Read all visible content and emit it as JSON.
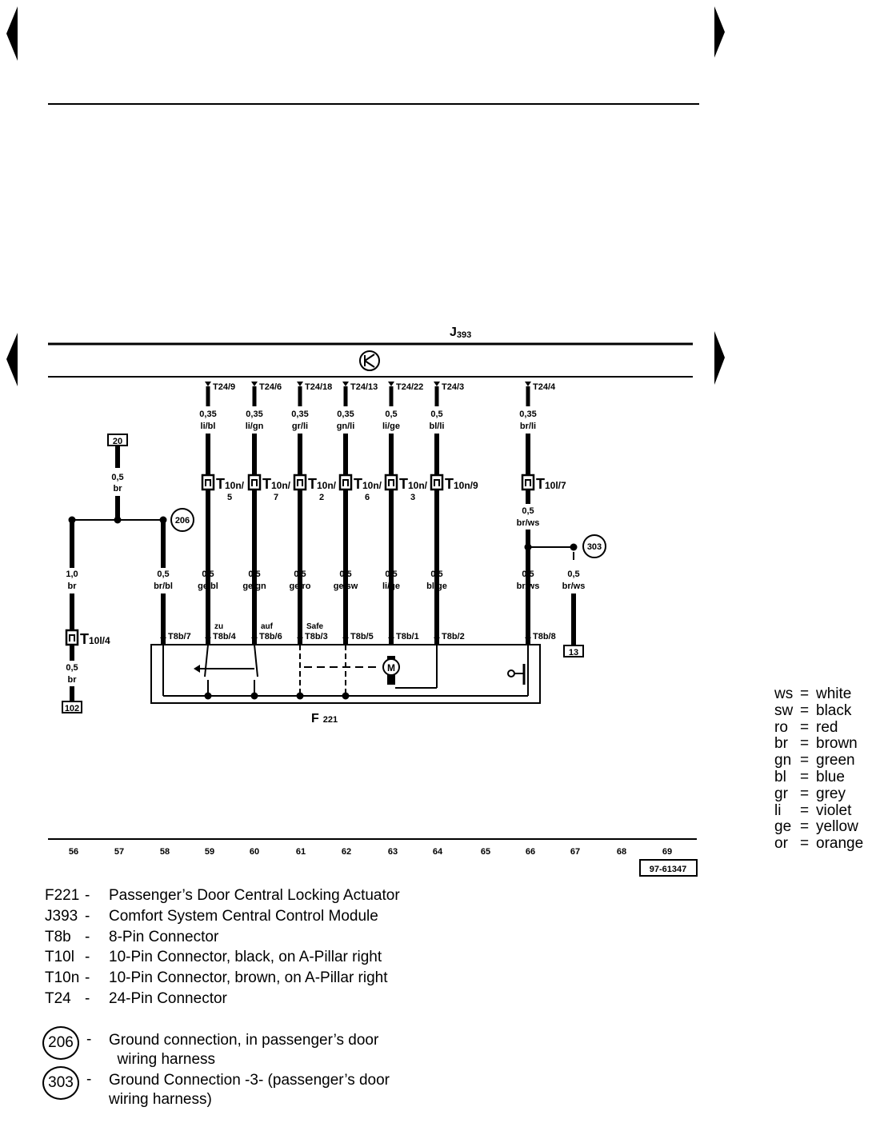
{
  "control_module": {
    "id": "J393",
    "letter": "J",
    "sub": "393"
  },
  "component": {
    "id": "F221",
    "letter": "F",
    "sub": "221"
  },
  "wires": [
    {
      "pin": "T24/9",
      "size": "0,35",
      "color": "li/bl",
      "conn_base": "T",
      "conn_sub": "10n/",
      "conn_pin": "5",
      "size2": "0,5",
      "color2": "ge/bl",
      "t8b": "T8b/4",
      "label": "zu"
    },
    {
      "pin": "T24/6",
      "size": "0,35",
      "color": "li/gn",
      "conn_base": "T",
      "conn_sub": "10n/",
      "conn_pin": "7",
      "size2": "0,5",
      "color2": "ge/gn",
      "t8b": "T8b/6",
      "label": "auf"
    },
    {
      "pin": "T24/18",
      "size": "0,35",
      "color": "gr/li",
      "conn_base": "T",
      "conn_sub": "10n/",
      "conn_pin": "2",
      "size2": "0,5",
      "color2": "ge/ro",
      "t8b": "T8b/3",
      "label": "Safe"
    },
    {
      "pin": "T24/13",
      "size": "0,35",
      "color": "gn/li",
      "conn_base": "T",
      "conn_sub": "10n/",
      "conn_pin": "6",
      "size2": "0,5",
      "color2": "ge/sw",
      "t8b": "T8b/5",
      "label": ""
    },
    {
      "pin": "T24/22",
      "size": "0,5",
      "color": "li/ge",
      "conn_base": "T",
      "conn_sub": "10n/",
      "conn_pin": "3",
      "size2": "0,5",
      "color2": "li/ge",
      "t8b": "T8b/1",
      "label": ""
    },
    {
      "pin": "T24/3",
      "size": "0,5",
      "color": "bl/li",
      "conn_base": "T",
      "conn_sub": "10n/9",
      "conn_pin": "",
      "size2": "0,5",
      "color2": "bl/ge",
      "t8b": "T8b/2",
      "label": ""
    }
  ],
  "wire_t24_4": {
    "pin": "T24/4",
    "size": "0,35",
    "color": "br/li",
    "conn_base": "T",
    "conn_sub": "10l/7",
    "size2": "0,5",
    "color2": "br/ws",
    "t8b": "T8b/8"
  },
  "branch_303": {
    "size": "0,5",
    "color": "br/ws",
    "ground": "303",
    "ref": "13"
  },
  "left_ground": {
    "ref_top": "20",
    "size_top": "0,5",
    "color_top": "br",
    "size_left": "1,0",
    "color_left": "br",
    "conn_base": "T",
    "conn_sub": "10l/4",
    "size_bottom": "0,5",
    "color_bottom": "br",
    "ref_bottom": "102",
    "ground": "206",
    "size_right": "0,5",
    "color_right": "br/bl",
    "t8b_right": "T8b/7"
  },
  "motor_symbol": "M",
  "grid_numbers": [
    "56",
    "57",
    "58",
    "59",
    "60",
    "61",
    "62",
    "63",
    "64",
    "65",
    "66",
    "67",
    "68",
    "69"
  ],
  "figure_id": "97-61347",
  "color_key": [
    {
      "code": "ws",
      "name": "white"
    },
    {
      "code": "sw",
      "name": "black"
    },
    {
      "code": "ro",
      "name": "red"
    },
    {
      "code": "br",
      "name": "brown"
    },
    {
      "code": "gn",
      "name": "green"
    },
    {
      "code": "bl",
      "name": "blue"
    },
    {
      "code": "gr",
      "name": "grey"
    },
    {
      "code": "li",
      "name": "violet"
    },
    {
      "code": "ge",
      "name": "yellow"
    },
    {
      "code": "or",
      "name": "orange"
    }
  ],
  "legend": [
    {
      "code": "F221",
      "dash": "-",
      "desc": "Passenger’s Door Central Locking Actuator"
    },
    {
      "code": "J393",
      "dash": "-",
      "desc": "Comfort System Central Control Module"
    },
    {
      "code": "T8b",
      "dash": "-",
      "desc": "8-Pin Connector"
    },
    {
      "code": "T10l",
      "dash": "-",
      "desc": "10-Pin Connector, black, on A-Pillar right"
    },
    {
      "code": "T10n",
      "dash": "-",
      "desc": "10-Pin Connector, brown, on A-Pillar right"
    },
    {
      "code": "T24",
      "dash": "-",
      "desc": "24-Pin Connector"
    }
  ],
  "ground_legend": [
    {
      "code": "206",
      "dash": "-",
      "desc": "Ground connection, in passenger’s door\n  wiring harness"
    },
    {
      "code": "303",
      "dash": "-",
      "desc": "Ground Connection -3- (passenger’s door\nwiring harness)"
    }
  ]
}
